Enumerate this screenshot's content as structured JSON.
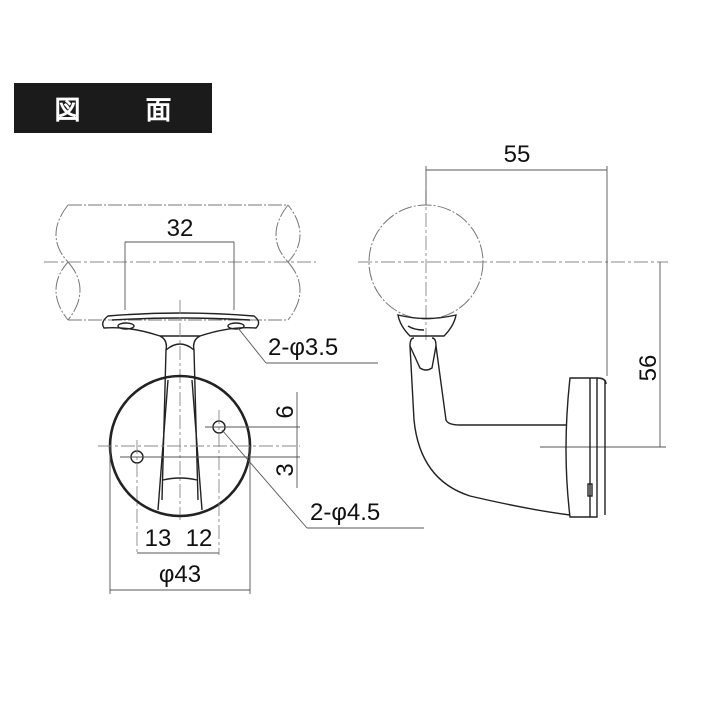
{
  "title": {
    "label": "図 面",
    "background": "#1b1b1b",
    "color": "#ffffff"
  },
  "front_view": {
    "rail_width_label": "32",
    "top_holes_label": "2-φ3.5",
    "base_holes_label": "2-φ4.5",
    "base_diameter_label": "φ43",
    "hole_offset_left_label": "13",
    "hole_offset_right_label": "12",
    "hole_vertical_upper_label": "6",
    "hole_vertical_lower_label": "3"
  },
  "side_view": {
    "projection_label": "55",
    "height_label": "56"
  },
  "colors": {
    "line": "#222222",
    "phantom": "#777777",
    "background": "#ffffff"
  }
}
